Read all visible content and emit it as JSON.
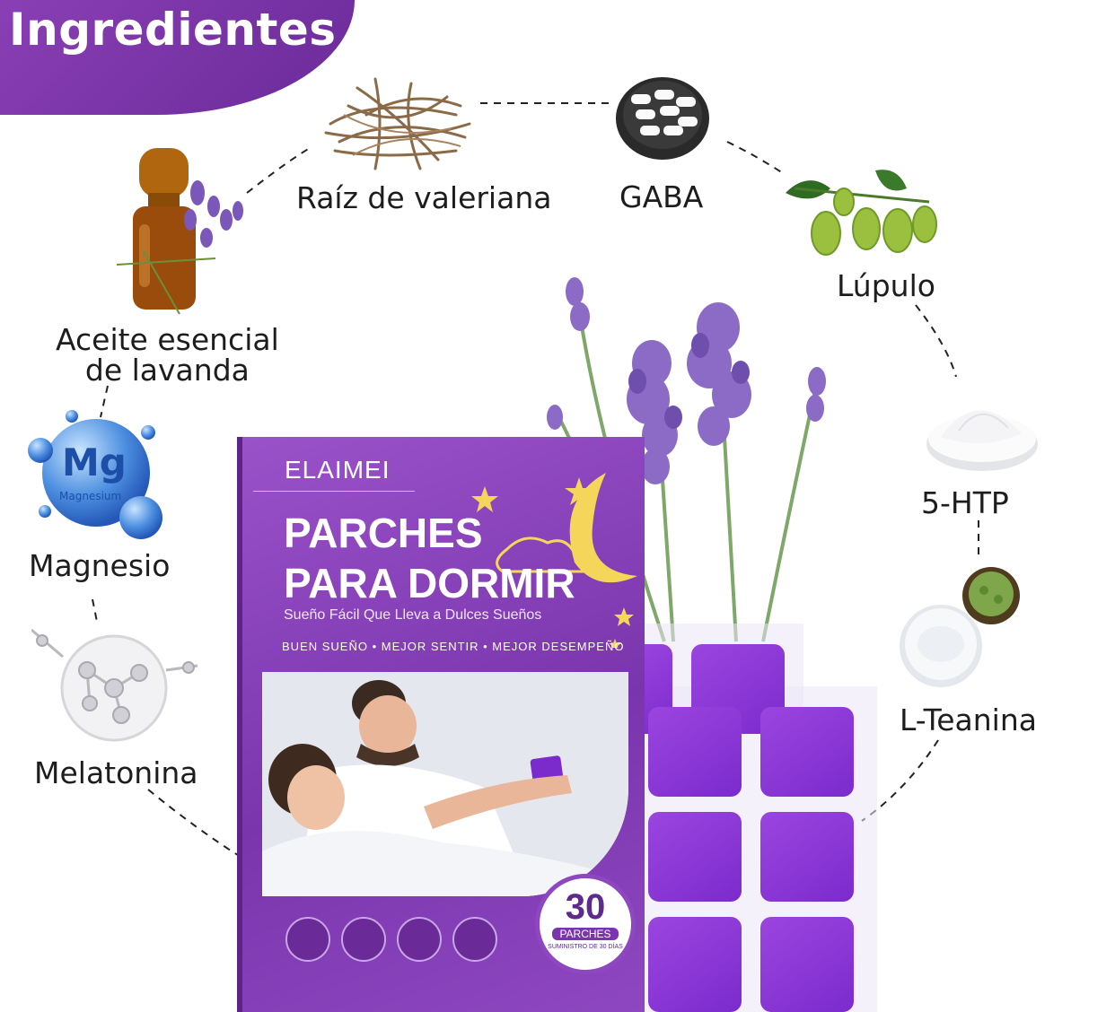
{
  "banner": {
    "title": "Ingredientes"
  },
  "ingredients": {
    "valerian": "Raíz de valeriana",
    "gaba": "GABA",
    "hops": "Lúpulo",
    "lavender_line1": "Aceite esencial",
    "lavender_line2": "de lavanda",
    "htp": "5-HTP",
    "magnesium": "Magnesio",
    "theanine": "L-Teanina",
    "melatonin": "Melatonina"
  },
  "mg_icon": {
    "symbol": "Mg",
    "name": "Magnesium"
  },
  "product": {
    "brand": "ELAIMEI",
    "title_line1": "PARCHES",
    "title_line2": "PARA DORMIR",
    "subtitle": "Sueño Fácil Que Lleva a Dulces Sueños",
    "tags": "BUEN SUEÑO • MEJOR SENTIR • MEJOR DESEMPEÑO",
    "count": "30",
    "count_unit": "PARCHES",
    "supply": "SUMINISTRO DE 30 DÍAS"
  },
  "colors": {
    "accent": "#7a35ad",
    "patch": "#8a3bd6",
    "banner": "#7b34a8"
  },
  "icons": [
    "amber-bottle-icon",
    "valerian-root-icon",
    "capsules-icon",
    "hops-icon",
    "powder-icon",
    "magnesium-bubble-icon",
    "molecule-icon",
    "tea-powder-icon",
    "lavender-icon"
  ]
}
